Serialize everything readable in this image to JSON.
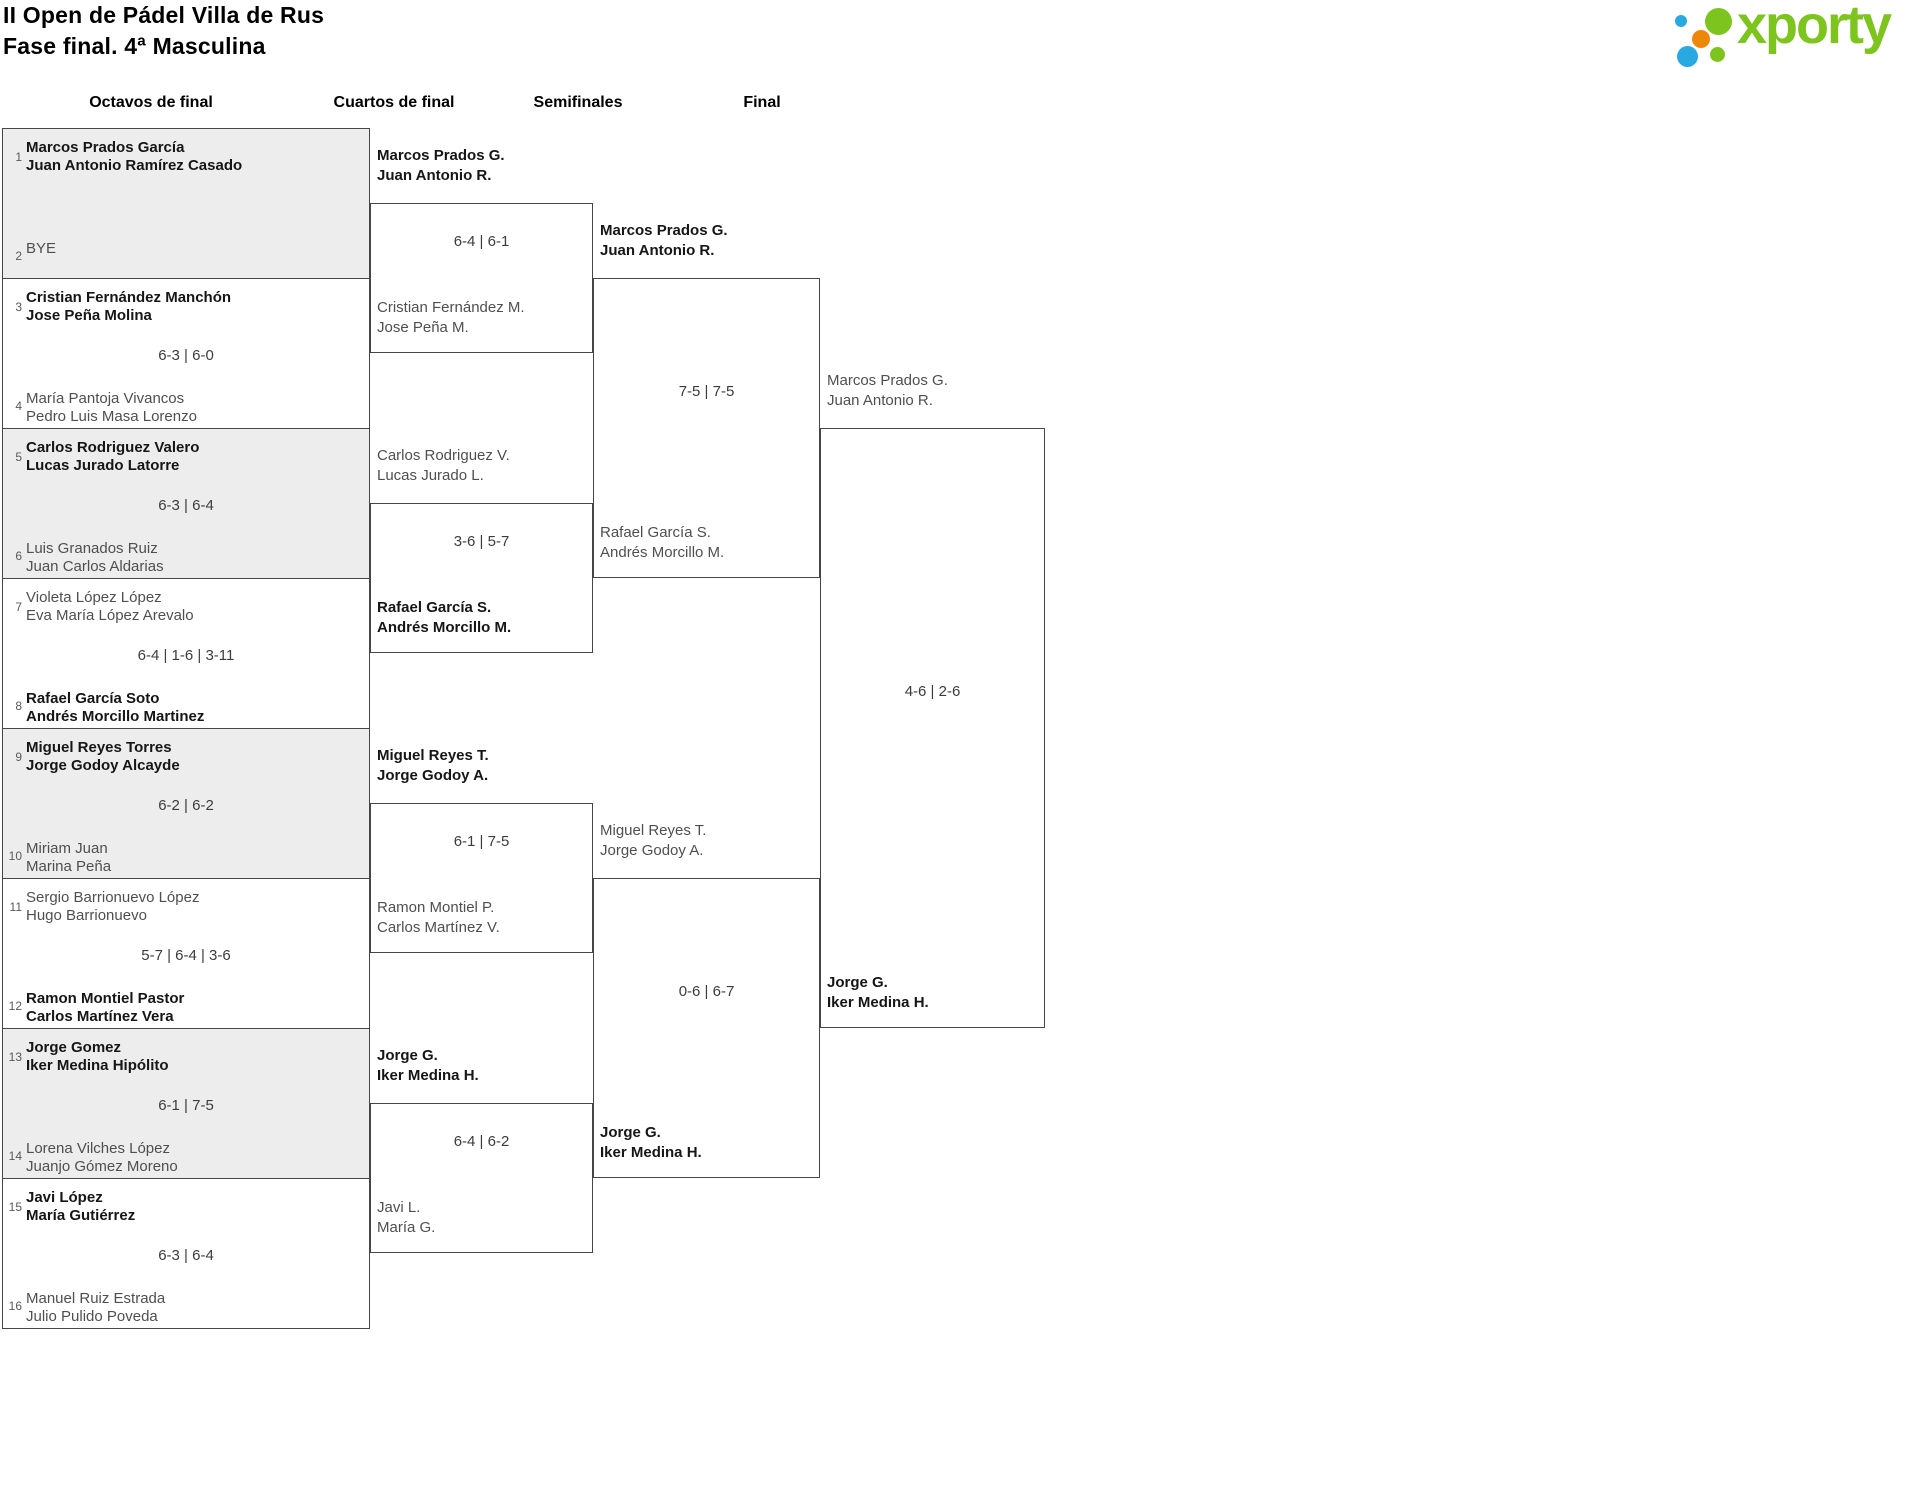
{
  "header": {
    "title": "II Open de Pádel Villa de Rus",
    "subtitle": "Fase final. 4ª Masculina",
    "logo_text": "xporty"
  },
  "rounds": [
    "Octavos de final",
    "Cuartos de final",
    "Semifinales",
    "Final"
  ],
  "bracket": {
    "round_of_16": [
      {
        "seed_top": "1",
        "team_top": [
          "Marcos Prados García",
          "Juan Antonio Ramírez Casado"
        ],
        "seed_bottom": "2",
        "team_bottom": [
          "BYE"
        ],
        "winner": "top",
        "score": "",
        "shaded": true
      },
      {
        "seed_top": "3",
        "team_top": [
          "Cristian Fernández Manchón",
          "Jose Peña Molina"
        ],
        "seed_bottom": "4",
        "team_bottom": [
          "María Pantoja Vivancos",
          "Pedro Luis Masa Lorenzo"
        ],
        "winner": "top",
        "score": "6-3 | 6-0",
        "shaded": false
      },
      {
        "seed_top": "5",
        "team_top": [
          "Carlos Rodriguez Valero",
          "Lucas Jurado Latorre"
        ],
        "seed_bottom": "6",
        "team_bottom": [
          "Luis Granados Ruiz",
          "Juan Carlos Aldarias"
        ],
        "winner": "top",
        "score": "6-3 | 6-4",
        "shaded": true
      },
      {
        "seed_top": "7",
        "team_top": [
          "Violeta López López",
          "Eva María López Arevalo"
        ],
        "seed_bottom": "8",
        "team_bottom": [
          "Rafael García Soto",
          "Andrés Morcillo Martinez"
        ],
        "winner": "bottom",
        "score": "6-4 | 1-6 | 3-11",
        "shaded": false
      },
      {
        "seed_top": "9",
        "team_top": [
          "Miguel Reyes Torres",
          "Jorge Godoy Alcayde"
        ],
        "seed_bottom": "10",
        "team_bottom": [
          "Miriam Juan",
          "Marina Peña"
        ],
        "winner": "top",
        "score": "6-2 | 6-2",
        "shaded": true
      },
      {
        "seed_top": "11",
        "team_top": [
          "Sergio Barrionuevo López",
          "Hugo Barrionuevo"
        ],
        "seed_bottom": "12",
        "team_bottom": [
          "Ramon Montiel Pastor",
          "Carlos Martínez Vera"
        ],
        "winner": "bottom",
        "score": "5-7 | 6-4 | 3-6",
        "shaded": false
      },
      {
        "seed_top": "13",
        "team_top": [
          "Jorge Gomez",
          "Iker Medina Hipólito"
        ],
        "seed_bottom": "14",
        "team_bottom": [
          "Lorena Vilches López",
          "Juanjo Gómez Moreno"
        ],
        "winner": "top",
        "score": "6-1 | 7-5",
        "shaded": true
      },
      {
        "seed_top": "15",
        "team_top": [
          "Javi López",
          "María Gutiérrez"
        ],
        "seed_bottom": "16",
        "team_bottom": [
          "Manuel Ruiz Estrada",
          "Julio Pulido Poveda"
        ],
        "winner": "top",
        "score": "6-3 | 6-4",
        "shaded": false
      }
    ],
    "quarterfinals": [
      {
        "team_top": [
          "Marcos Prados G.",
          "Juan Antonio R."
        ],
        "team_bottom": [
          "Cristian Fernández M.",
          "Jose Peña M."
        ],
        "winner": "top",
        "score": "6-4 | 6-1"
      },
      {
        "team_top": [
          "Carlos Rodriguez V.",
          "Lucas Jurado L."
        ],
        "team_bottom": [
          "Rafael García S.",
          "Andrés Morcillo M."
        ],
        "winner": "bottom",
        "score": "3-6 | 5-7"
      },
      {
        "team_top": [
          "Miguel Reyes T.",
          "Jorge Godoy A."
        ],
        "team_bottom": [
          "Ramon Montiel P.",
          "Carlos Martínez V."
        ],
        "winner": "top",
        "score": "6-1 | 7-5"
      },
      {
        "team_top": [
          "Jorge G.",
          "Iker Medina H."
        ],
        "team_bottom": [
          "Javi L.",
          "María G."
        ],
        "winner": "top",
        "score": "6-4 | 6-2"
      }
    ],
    "semifinals": [
      {
        "team_top": [
          "Marcos Prados G.",
          "Juan Antonio R."
        ],
        "team_bottom": [
          "Rafael García S.",
          "Andrés Morcillo M."
        ],
        "winner": "top",
        "score": "7-5 | 7-5"
      },
      {
        "team_top": [
          "Miguel Reyes T.",
          "Jorge Godoy A."
        ],
        "team_bottom": [
          "Jorge G.",
          "Iker Medina H."
        ],
        "winner": "bottom",
        "score": "0-6 | 6-7"
      }
    ],
    "final": [
      {
        "team_top": [
          "Marcos Prados G.",
          "Juan Antonio R."
        ],
        "team_bottom": [
          "Jorge G.",
          "Iker Medina H."
        ],
        "winner": "bottom",
        "score": "4-6 | 2-6"
      }
    ]
  },
  "colors": {
    "logo_green": "#7dc41f",
    "logo_blue": "#29a9e1",
    "logo_orange": "#ee8608",
    "shade_gray": "#ededed",
    "border": "#464646"
  }
}
